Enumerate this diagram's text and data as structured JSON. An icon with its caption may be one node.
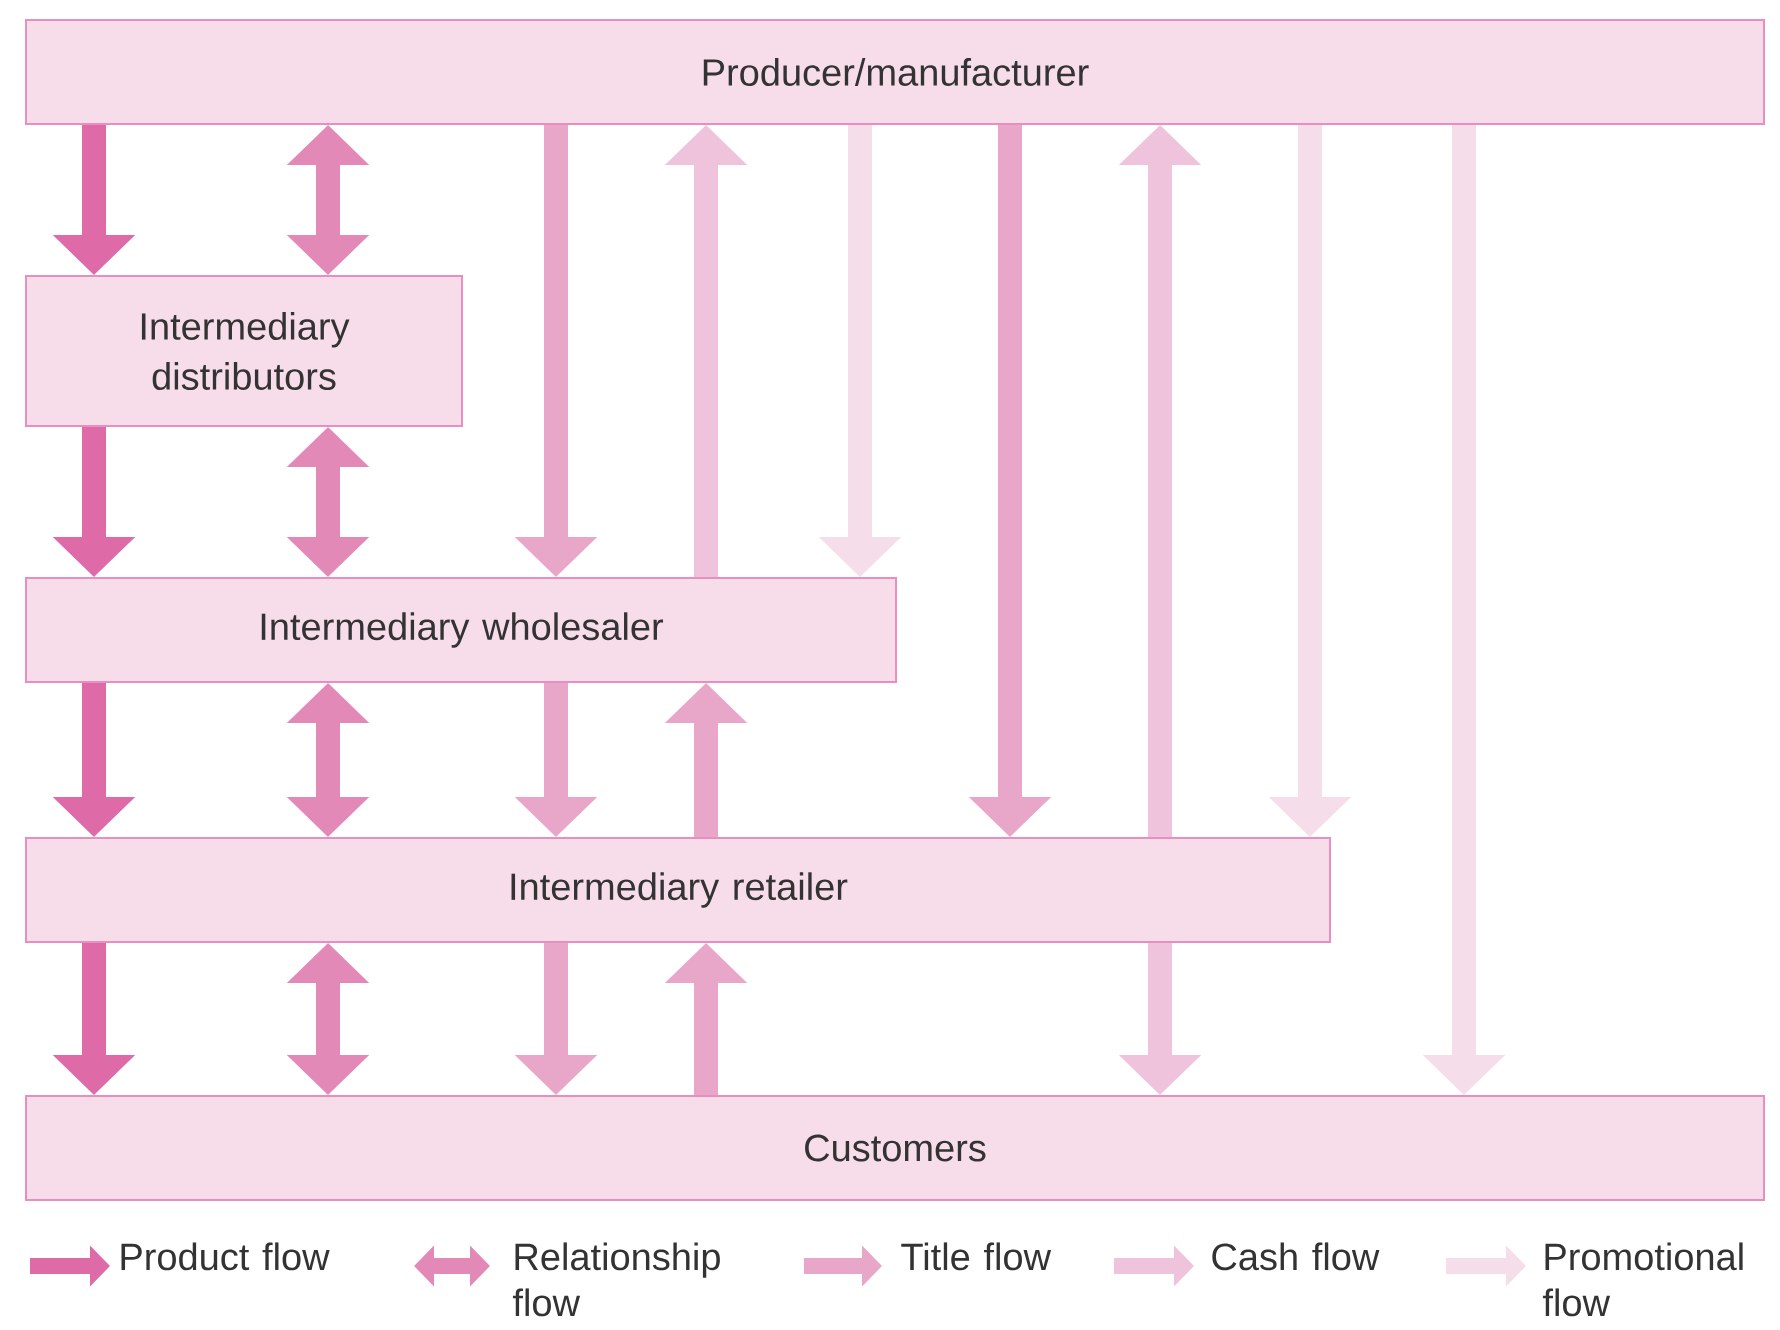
{
  "diagram": {
    "nodes": [
      {
        "text": [
          "Producer/manufacturer"
        ]
      },
      {
        "text": [
          "Intermediary distributors"
        ]
      },
      {
        "text": [
          "Intermediary wholesaler"
        ]
      },
      {
        "text": [
          "Intermediary retailer"
        ]
      },
      {
        "text": [
          "Customers"
        ]
      }
    ],
    "edges": [
      {
        "from": 0,
        "to": 1,
        "arrow": "to",
        "color": "#de6aa8"
      },
      {
        "from": 1,
        "to": 2,
        "arrow": "to",
        "color": "#de6aa8"
      },
      {
        "from": 2,
        "to": 3,
        "arrow": "to",
        "color": "#de6aa8"
      },
      {
        "from": 3,
        "to": 4,
        "arrow": "to",
        "color": "#de6aa8"
      },
      {
        "from": 0,
        "to": 1,
        "arrow": "both",
        "color": "#e389b8"
      },
      {
        "from": 1,
        "to": 2,
        "arrow": "both",
        "color": "#e389b8"
      },
      {
        "from": 2,
        "to": 3,
        "arrow": "both",
        "color": "#e389b8"
      },
      {
        "from": 3,
        "to": 4,
        "arrow": "both",
        "color": "#e389b8"
      },
      {
        "from": 0,
        "to": 2,
        "arrow": "to",
        "color": "#e8a6c9"
      },
      {
        "from": 2,
        "to": 3,
        "arrow": "to",
        "color": "#e8a6c9"
      },
      {
        "from": 3,
        "to": 4,
        "arrow": "to",
        "color": "#e8a6c9"
      },
      {
        "from": 2,
        "to": 0,
        "arrow": "to",
        "color": "#f0c3dc"
      },
      {
        "from": 3,
        "to": 2,
        "arrow": "to",
        "color": "#e8a6c9"
      },
      {
        "from": 4,
        "to": 3,
        "arrow": "to",
        "color": "#e8a6c9"
      },
      {
        "from": 0,
        "to": 2,
        "arrow": "to",
        "color": "#f5dde9"
      },
      {
        "from": 0,
        "to": 3,
        "arrow": "to",
        "color": "#e8a6c9"
      },
      {
        "from": 3,
        "to": 0,
        "arrow": "to",
        "color": "#f0c3dc"
      },
      {
        "from": 3,
        "to": 4,
        "arrow": "to",
        "color": "#f0c3dc"
      },
      {
        "from": 0,
        "to": 3,
        "arrow": "to",
        "color": "#f5dde9"
      },
      {
        "from": 0,
        "to": 4,
        "arrow": "to",
        "color": "#f5dde9"
      }
    ],
    "legend": [
      {
        "text": "Product flow",
        "color": "#de6aa8"
      },
      {
        "text": "Relationship flow",
        "color": "#e389b8"
      },
      {
        "text": "Title flow",
        "color": "#e8a6c9"
      },
      {
        "text": "Cash flow",
        "color": "#f0c3dc"
      },
      {
        "text": "Promotional flow",
        "color": "#f5dde9"
      }
    ]
  }
}
